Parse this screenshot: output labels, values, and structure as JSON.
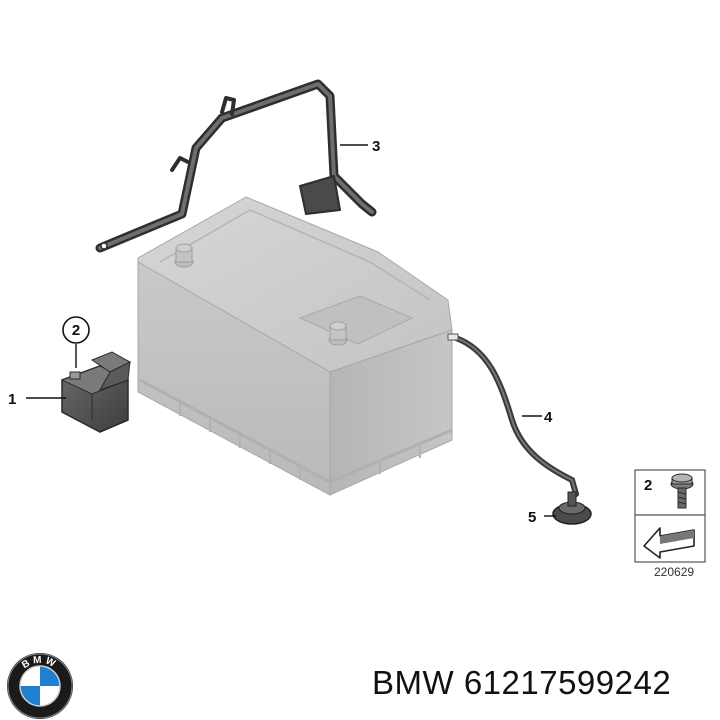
{
  "diagram": {
    "callouts": [
      {
        "id": "1",
        "label": "1"
      },
      {
        "id": "2",
        "label": "2"
      },
      {
        "id": "3",
        "label": "3"
      },
      {
        "id": "4",
        "label": "4"
      },
      {
        "id": "5",
        "label": "5"
      }
    ],
    "legend": {
      "part_label": "2",
      "ref_number": "220629"
    }
  },
  "brand": {
    "logo_text": "BMW",
    "caption": "BMW 61217599242"
  },
  "colors": {
    "battery_fill": "#c9c9c9",
    "battery_edge": "#a9a9a9",
    "part_dark": "#4a4a4a",
    "line": "#111111"
  }
}
